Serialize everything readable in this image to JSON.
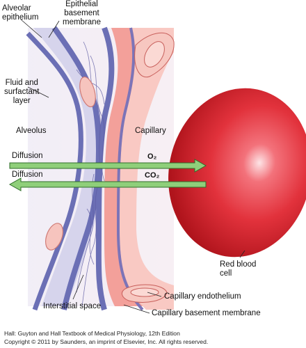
{
  "labels": {
    "alveolar_epithelium": "Alveolar\nepithelium",
    "epithelial_basement_membrane": "Epithelial\nbasement\nmembrane",
    "fluid_and_surfactant_layer": "Fluid and\nsurfactant\nlayer",
    "alveolus": "Alveolus",
    "capillary": "Capillary",
    "diffusion_top": "Diffusion",
    "diffusion_bottom": "Diffusion",
    "o2": "O₂",
    "co2": "CO₂",
    "red_blood_cell": "Red blood\ncell",
    "interstitial_space": "Interstitial space",
    "capillary_endothelium": "Capillary endothelium",
    "capillary_basement_membrane": "Capillary basement membrane"
  },
  "credits": {
    "line1": "Hall: Guyton and Hall Textbook of Medical Physiology, 12th Edition",
    "line2": "Copyright © 2011 by Saunders, an imprint of Elsevier, Inc. All rights reserved."
  },
  "colors": {
    "arrow_green": "#8fcf7a",
    "arrow_border": "#2f6e2a",
    "membrane_blue": "#6f73b8",
    "alveolar_fill": "#d8d8ee",
    "plasma_pink": "#f08a86",
    "endothelium_pink": "#f5b7b0",
    "rbc_red": "#e02a33"
  }
}
